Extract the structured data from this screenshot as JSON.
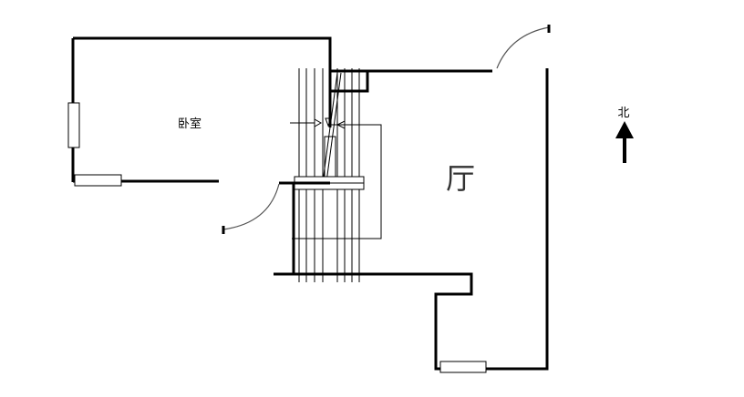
{
  "rooms": {
    "bedroom": "卧室",
    "hall": "厅"
  },
  "compass": {
    "label": "北"
  }
}
